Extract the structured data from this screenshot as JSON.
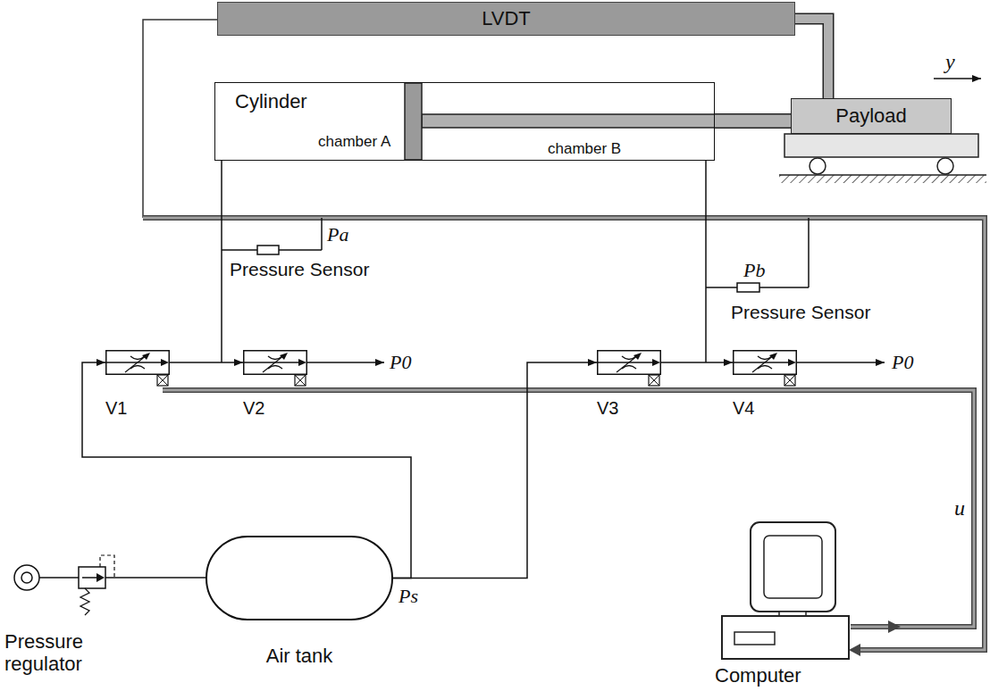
{
  "diagram": {
    "nodes": [
      {
        "text": [
          "LVDT"
        ]
      },
      {
        "text": [
          "Cylinder",
          "chamber A",
          "chamber B"
        ]
      },
      {
        "text": [
          "Payload"
        ]
      },
      {
        "text": [
          "V1"
        ]
      },
      {
        "text": [
          "V2"
        ]
      },
      {
        "text": [
          "V3"
        ]
      },
      {
        "text": [
          "V4"
        ]
      },
      {
        "text": [
          "Air tank"
        ]
      }
    ],
    "edges": [
      {
        "from": 0,
        "to": 2,
        "arrow": "none"
      },
      {
        "from": 1,
        "to": 2,
        "arrow": "none"
      },
      {
        "from": 3,
        "to": 4,
        "arrow": "to"
      },
      {
        "from": 5,
        "to": 6,
        "arrow": "to"
      },
      {
        "from": 7,
        "to": 3,
        "arrow": "to"
      },
      {
        "from": 7,
        "to": 5,
        "arrow": "to"
      }
    ],
    "labels": [
      "y",
      "Pa",
      "Pressure Sensor",
      "Pb",
      "Pressure Sensor",
      "P0",
      "P0",
      "u",
      "Ps",
      "Pressure regulator",
      "Computer"
    ]
  }
}
